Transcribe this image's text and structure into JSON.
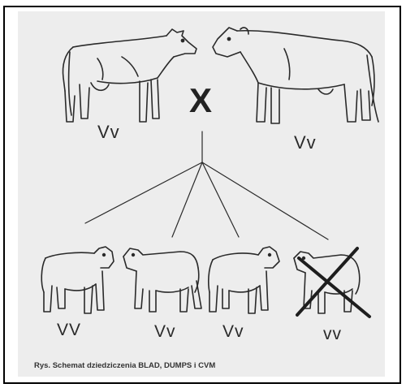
{
  "cross": {
    "symbol": "X"
  },
  "parents": [
    {
      "genotype": "Vv",
      "sex": "female"
    },
    {
      "genotype": "Vv",
      "sex": "male"
    }
  ],
  "offspring": [
    {
      "genotype": "VV",
      "excluded": false
    },
    {
      "genotype": "Vv",
      "excluded": false
    },
    {
      "genotype": "Vv",
      "excluded": false
    },
    {
      "genotype": "vv",
      "excluded": true
    }
  ],
  "caption": "Rys. Schemat dziedziczenia BLAD, DUMPS i CVM",
  "colors": {
    "line": "#2a2a2a",
    "background": "#ededed",
    "border": "#000000"
  }
}
